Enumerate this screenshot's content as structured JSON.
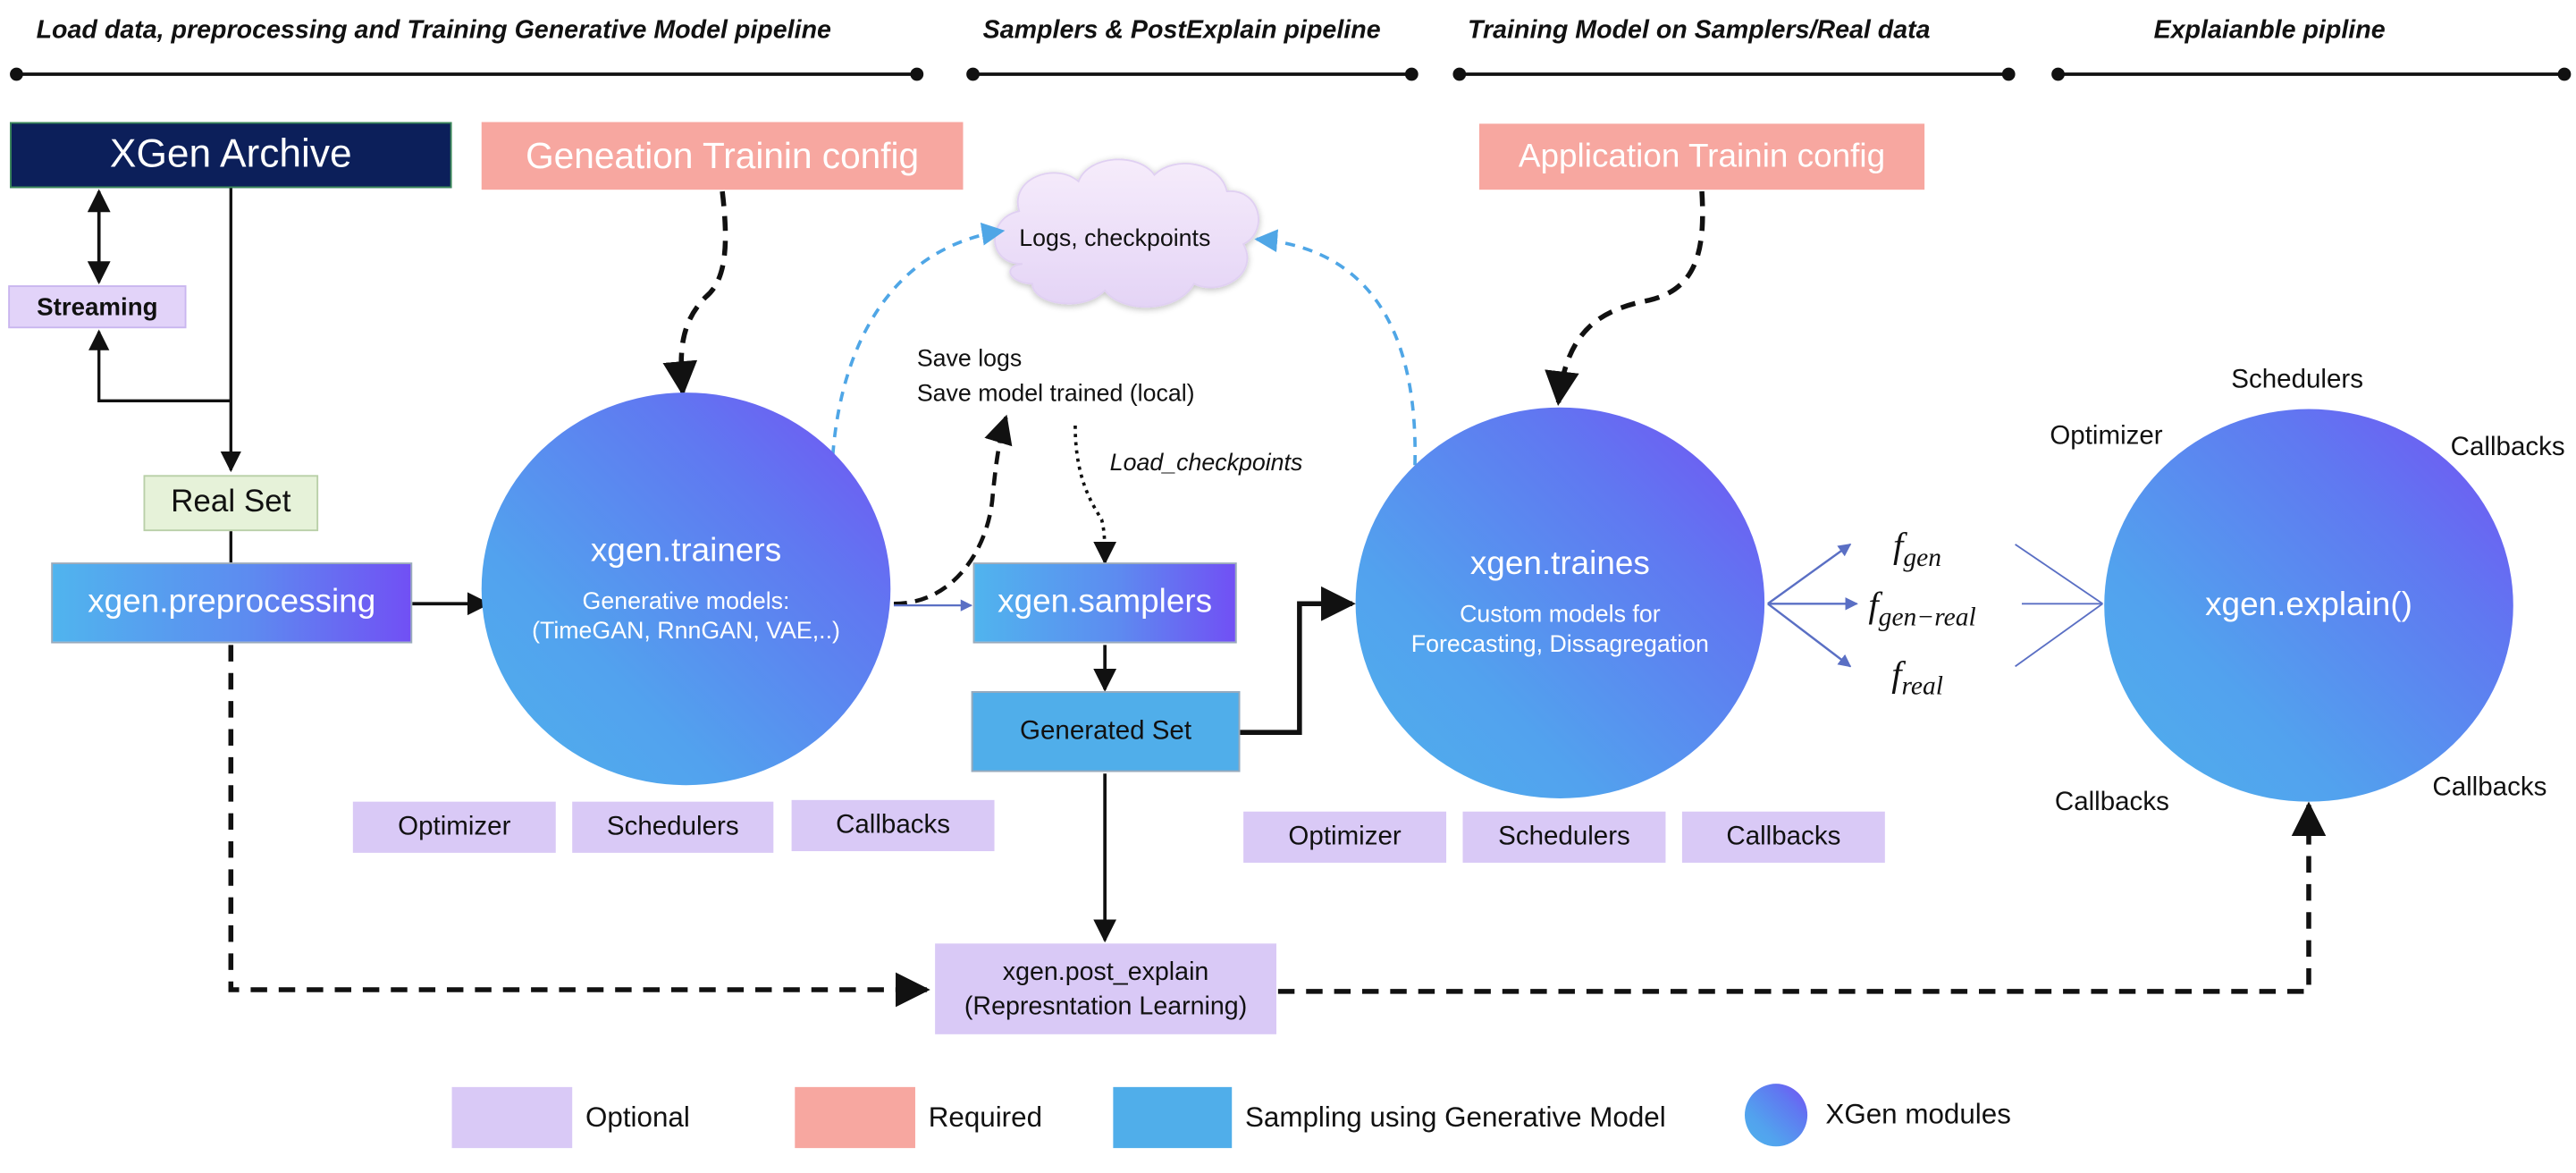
{
  "headers": {
    "h1": "Load data, preprocessing and Training Generative Model pipeline",
    "h2": "Samplers & PostExplain pipeline",
    "h3": "Training Model on Samplers/Real data",
    "h4": "Explaianble pipline"
  },
  "nodes": {
    "archive": "XGen Archive",
    "streaming": "Streaming",
    "real_set": "Real Set",
    "preprocessing": "xgen.preprocessing",
    "gen_config": "Geneation Trainin config",
    "app_config": "Application Trainin config",
    "logs_cloud": "Logs, checkpoints",
    "save_logs": "Save logs",
    "save_model": "Save model trained (local)",
    "load_checkpoints": "Load_checkpoints",
    "samplers": "xgen.samplers",
    "generated_set": "Generated Set",
    "post_explain_line1": "xgen.post_explain",
    "post_explain_line2": "(Represntation Learning)"
  },
  "trainers": {
    "title": "xgen.trainers",
    "sub1": "Generative models:",
    "sub2": "(TimeGAN, RnnGAN, VAE,..)",
    "opt1": "Optimizer",
    "opt2": "Schedulers",
    "opt3": "Callbacks"
  },
  "traines": {
    "title": "xgen.traines",
    "sub1": "Custom models for",
    "sub2": "Forecasting, Dissagregation",
    "opt1": "Optimizer",
    "opt2": "Schedulers",
    "opt3": "Callbacks"
  },
  "outputs": {
    "f1_base": "f",
    "f1_sub": "gen",
    "f2_base": "f",
    "f2_sub": "gen−real",
    "f3_base": "f",
    "f3_sub": "real"
  },
  "explain": {
    "title": "xgen.explain()",
    "schedulers": "Schedulers",
    "optimizer": "Optimizer",
    "callbacks_tr": "Callbacks",
    "callbacks_bl": "Callbacks",
    "callbacks_br": "Callbacks"
  },
  "legend": {
    "optional": "Optional",
    "required": "Required",
    "sampling": "Sampling using Generative Model",
    "modules": "XGen modules"
  },
  "colors": {
    "archive": "#0c1f5a",
    "optional": "#d9c9f6",
    "required": "#f7a7a0",
    "sampling": "#50aeea",
    "real_set": "#e6f2d9",
    "dashed_blue": "#4fa6e6"
  }
}
